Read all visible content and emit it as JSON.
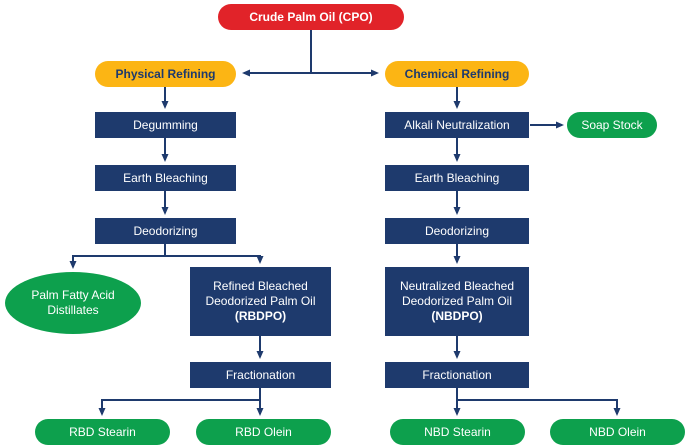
{
  "colors": {
    "crude_oil_red": "#E12329",
    "refining_orange": "#FCB514",
    "process_blue": "#1E3A6D",
    "product_green": "#0DA04D",
    "connector": "#1E3A6D"
  },
  "nodes": {
    "cpo": "Crude Palm Oil (CPO)",
    "physical_refining": "Physical Refining",
    "chemical_refining": "Chemical Refining",
    "degumming": "Degumming",
    "alkali_neutralization": "Alkali Neutralization",
    "soap_stock": "Soap Stock",
    "earth_bleaching_left": "Earth Bleaching",
    "earth_bleaching_right": "Earth Bleaching",
    "deodorizing_left": "Deodorizing",
    "deodorizing_right": "Deodorizing",
    "pfad": "Palm Fatty Acid Distillates",
    "rbdpo_text": "Refined Bleached Deodorized Palm Oil",
    "rbdpo_acronym": "(RBDPO)",
    "nbdpo_text": "Neutralized Bleached Deodorized Palm Oil",
    "nbdpo_acronym": "(NBDPO)",
    "fractionation_left": "Fractionation",
    "fractionation_right": "Fractionation",
    "rbd_stearin": "RBD Stearin",
    "rbd_olein": "RBD Olein",
    "nbd_stearin": "NBD Stearin",
    "nbd_olein": "NBD Olein"
  }
}
